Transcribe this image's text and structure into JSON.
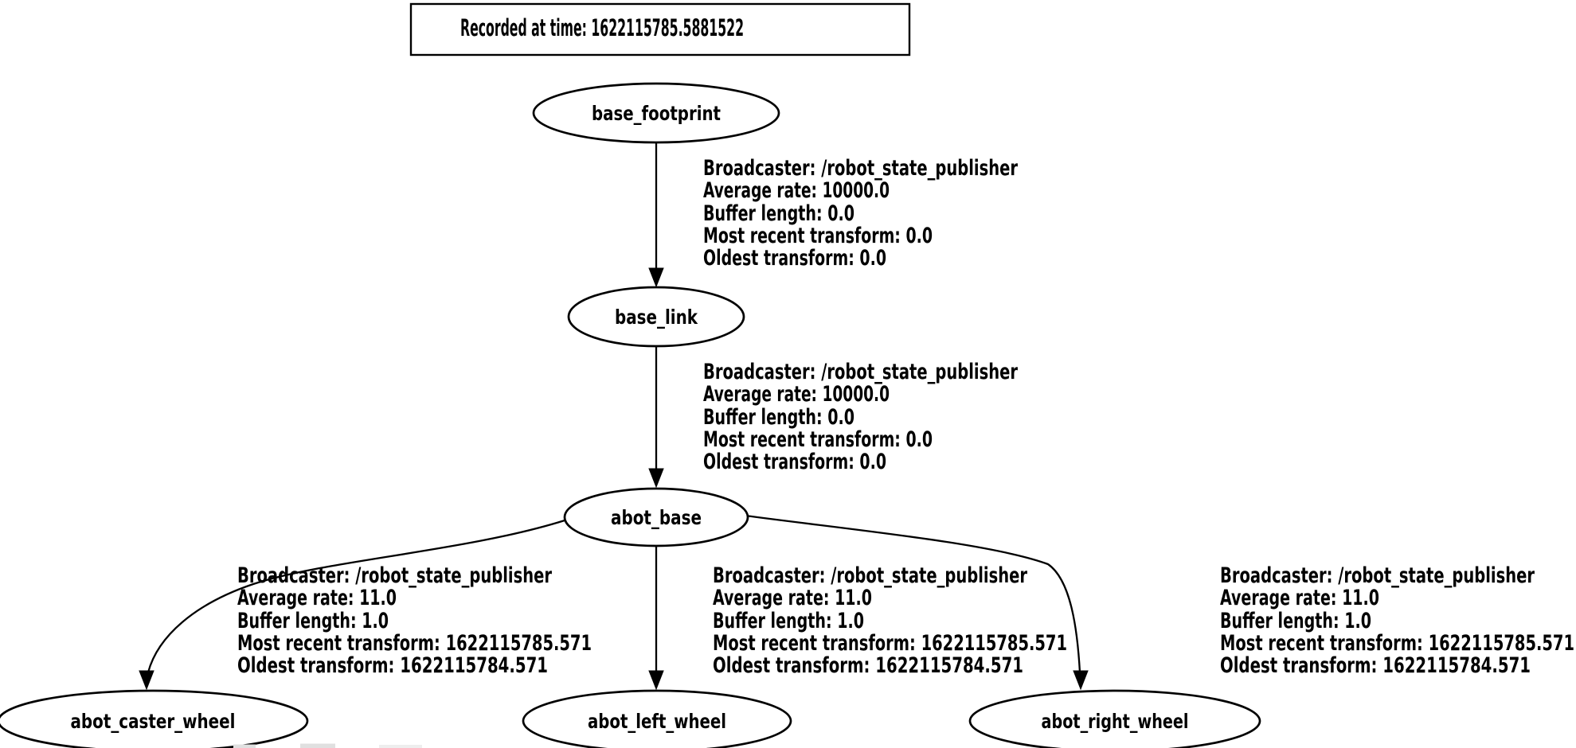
{
  "colors": {
    "background": "#ffffff",
    "line": "#000000",
    "text": "#000000",
    "artifact_fill": "#e0e0e0"
  },
  "title_box": {
    "label": "Recorded at time: 1622115785.5881522"
  },
  "nodes": [
    {
      "label": "base_footprint"
    },
    {
      "label": "base_link"
    },
    {
      "label": "abot_base"
    },
    {
      "label": "abot_caster_wheel"
    },
    {
      "label": "abot_left_wheel"
    },
    {
      "label": "abot_right_wheel"
    }
  ],
  "edges": [
    {
      "from": "base_footprint",
      "to": "base_link",
      "broadcaster": "Broadcaster: /robot_state_publisher",
      "average_rate": "Average rate: 10000.0",
      "buffer_length": "Buffer length: 0.0",
      "most_recent_transform": "Most recent transform: 0.0",
      "oldest_transform": "Oldest transform: 0.0"
    },
    {
      "from": "base_link",
      "to": "abot_base",
      "broadcaster": "Broadcaster: /robot_state_publisher",
      "average_rate": "Average rate: 10000.0",
      "buffer_length": "Buffer length: 0.0",
      "most_recent_transform": "Most recent transform: 0.0",
      "oldest_transform": "Oldest transform: 0.0"
    },
    {
      "from": "abot_base",
      "to": "abot_caster_wheel",
      "broadcaster": "Broadcaster: /robot_state_publisher",
      "average_rate": "Average rate: 11.0",
      "buffer_length": "Buffer length: 1.0",
      "most_recent_transform": "Most recent transform: 1622115785.571",
      "oldest_transform": "Oldest transform: 1622115784.571"
    },
    {
      "from": "abot_base",
      "to": "abot_left_wheel",
      "broadcaster": "Broadcaster: /robot_state_publisher",
      "average_rate": "Average rate: 11.0",
      "buffer_length": "Buffer length: 1.0",
      "most_recent_transform": "Most recent transform: 1622115785.571",
      "oldest_transform": "Oldest transform: 1622115784.571"
    },
    {
      "from": "abot_base",
      "to": "abot_right_wheel",
      "broadcaster": "Broadcaster: /robot_state_publisher",
      "average_rate": "Average rate: 11.0",
      "buffer_length": "Buffer length: 1.0",
      "most_recent_transform": "Most recent transform: 1622115785.571",
      "oldest_transform": "Oldest transform: 1622115784.571"
    }
  ]
}
